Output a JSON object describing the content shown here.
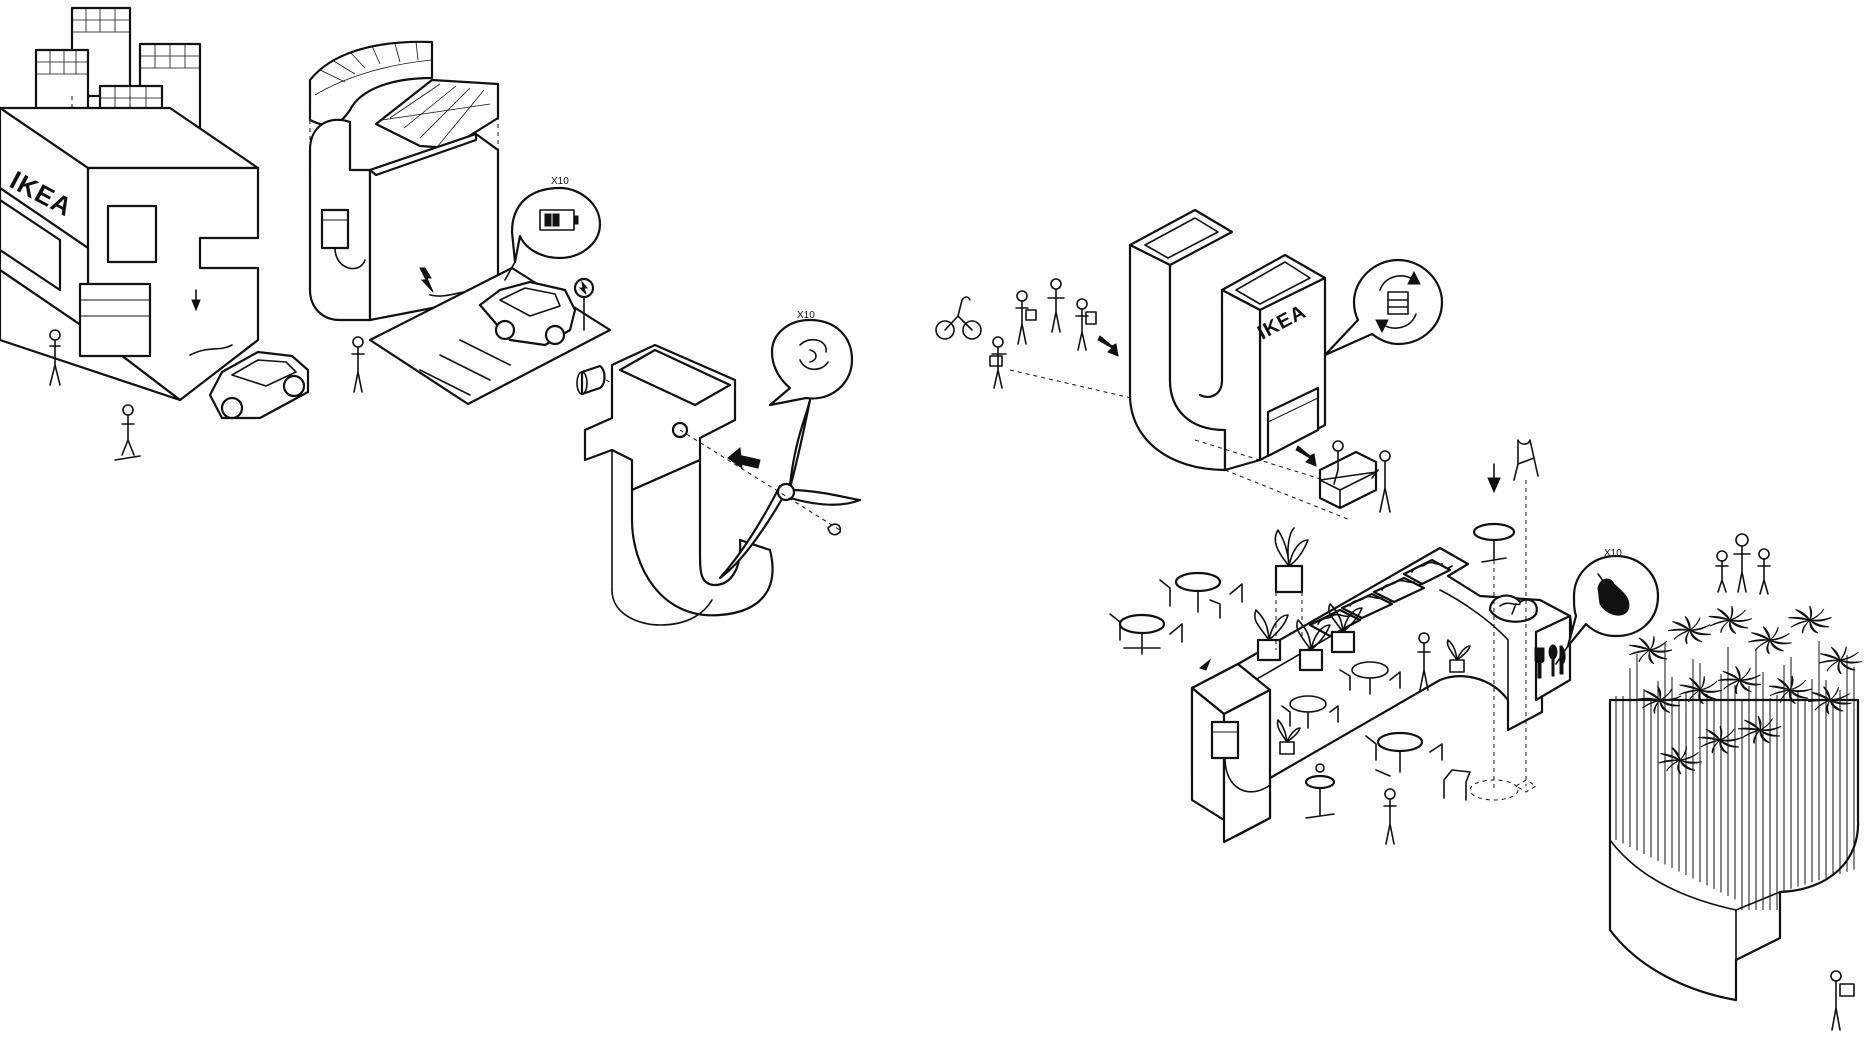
{
  "brand_text": "IKEA",
  "brand_text_second": "IKEA",
  "multiplier_battery": "X10",
  "multiplier_wind": "X10",
  "multiplier_food": "X10",
  "icons": [
    "solar-panel-icon",
    "battery-icon",
    "wind-turbine-icon",
    "charging-station-icon",
    "furniture-recycle-icon",
    "cutlery-icon",
    "eggplant-icon",
    "plug-icon"
  ],
  "colors": {
    "ink": "#111111",
    "paper": "#ffffff"
  }
}
